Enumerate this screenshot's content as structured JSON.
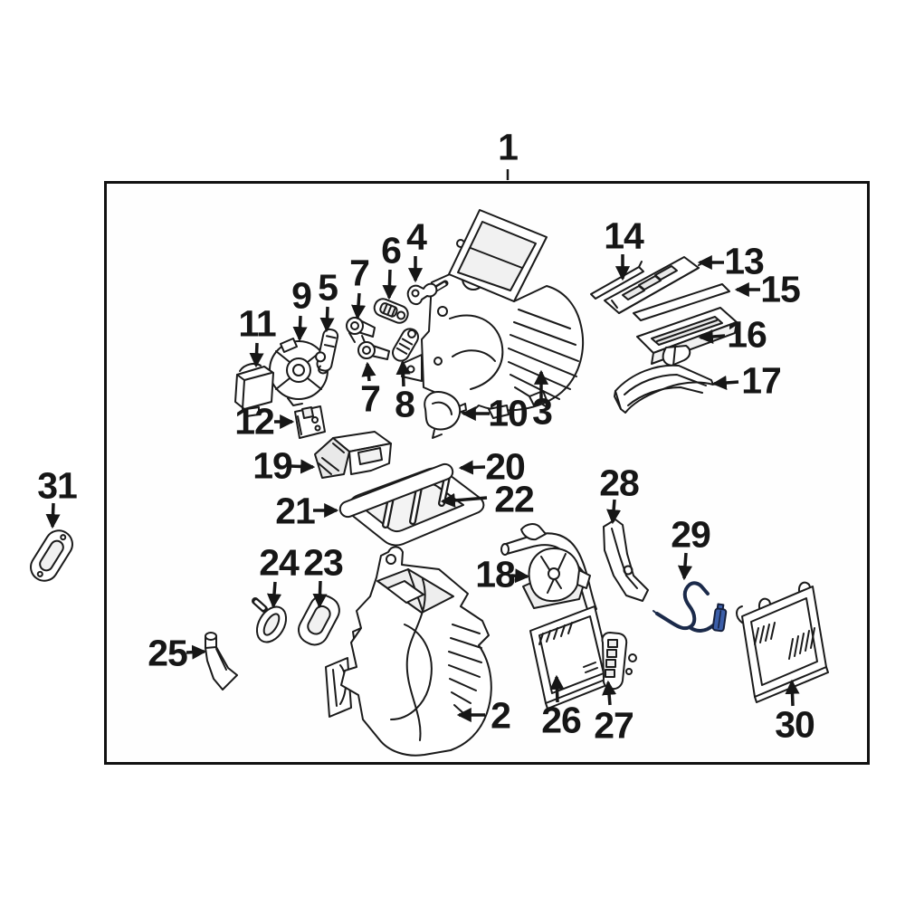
{
  "figure": {
    "kind": "exploded-parts-diagram",
    "background_color": "#ffffff",
    "line_color": "#1a1a1a",
    "border_color": "#111111",
    "wire_color": "#1b2a4a",
    "connector_color": "#3b5ea9"
  },
  "callouts": [
    {
      "id": "callout-1",
      "label": "1"
    },
    {
      "id": "callout-2",
      "label": "2"
    },
    {
      "id": "callout-3",
      "label": "3"
    },
    {
      "id": "callout-4",
      "label": "4"
    },
    {
      "id": "callout-5",
      "label": "5"
    },
    {
      "id": "callout-6",
      "label": "6"
    },
    {
      "id": "callout-7-upper",
      "label": "7"
    },
    {
      "id": "callout-7-lower",
      "label": "7"
    },
    {
      "id": "callout-8",
      "label": "8"
    },
    {
      "id": "callout-9",
      "label": "9"
    },
    {
      "id": "callout-10",
      "label": "10"
    },
    {
      "id": "callout-11",
      "label": "11"
    },
    {
      "id": "callout-12",
      "label": "12"
    },
    {
      "id": "callout-13",
      "label": "13"
    },
    {
      "id": "callout-14",
      "label": "14"
    },
    {
      "id": "callout-15",
      "label": "15"
    },
    {
      "id": "callout-16",
      "label": "16"
    },
    {
      "id": "callout-17",
      "label": "17"
    },
    {
      "id": "callout-18",
      "label": "18"
    },
    {
      "id": "callout-19",
      "label": "19"
    },
    {
      "id": "callout-20",
      "label": "20"
    },
    {
      "id": "callout-21",
      "label": "21"
    },
    {
      "id": "callout-22",
      "label": "22"
    },
    {
      "id": "callout-23",
      "label": "23"
    },
    {
      "id": "callout-24",
      "label": "24"
    },
    {
      "id": "callout-25",
      "label": "25"
    },
    {
      "id": "callout-26",
      "label": "26"
    },
    {
      "id": "callout-27",
      "label": "27"
    },
    {
      "id": "callout-28",
      "label": "28"
    },
    {
      "id": "callout-29",
      "label": "29"
    },
    {
      "id": "callout-30",
      "label": "30"
    },
    {
      "id": "callout-31",
      "label": "31"
    }
  ]
}
